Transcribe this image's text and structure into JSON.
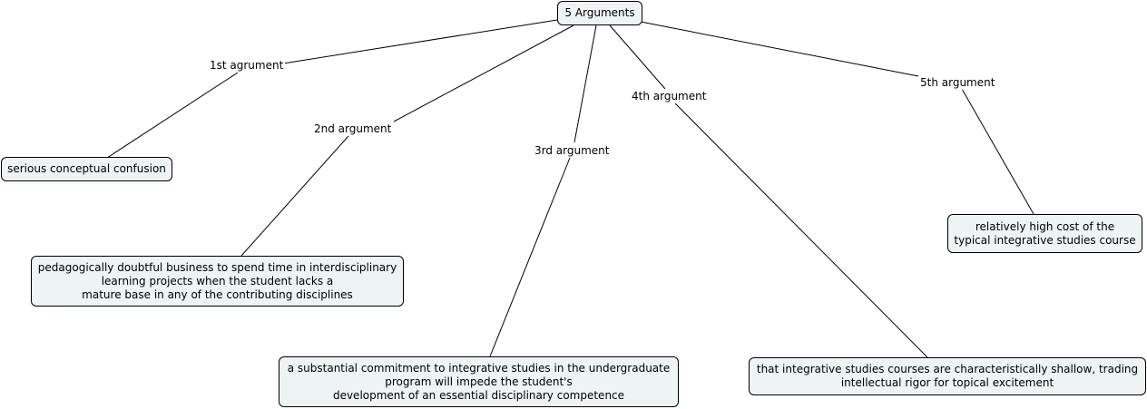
{
  "root": {
    "text": "5 Arguments"
  },
  "links": [
    {
      "label": "1st agrument"
    },
    {
      "label": "2nd argument"
    },
    {
      "label": "3rd argument"
    },
    {
      "label": "4th argument"
    },
    {
      "label": "5th argument"
    }
  ],
  "concepts": [
    {
      "text": "serious conceptual confusion"
    },
    {
      "text": "pedagogically doubtful business to spend time in interdisciplinary\nlearning projects when the student lacks a\nmature base in any of the contributing disciplines"
    },
    {
      "text": "a substantial commitment to integrative studies in the undergraduate\nprogram will impede the student's\ndevelopment of an essential disciplinary competence"
    },
    {
      "text": "that integrative studies courses are characteristically shallow, trading\nintellectual rigor for topical excitement"
    },
    {
      "text": "relatively high cost of the\ntypical integrative studies course"
    }
  ]
}
